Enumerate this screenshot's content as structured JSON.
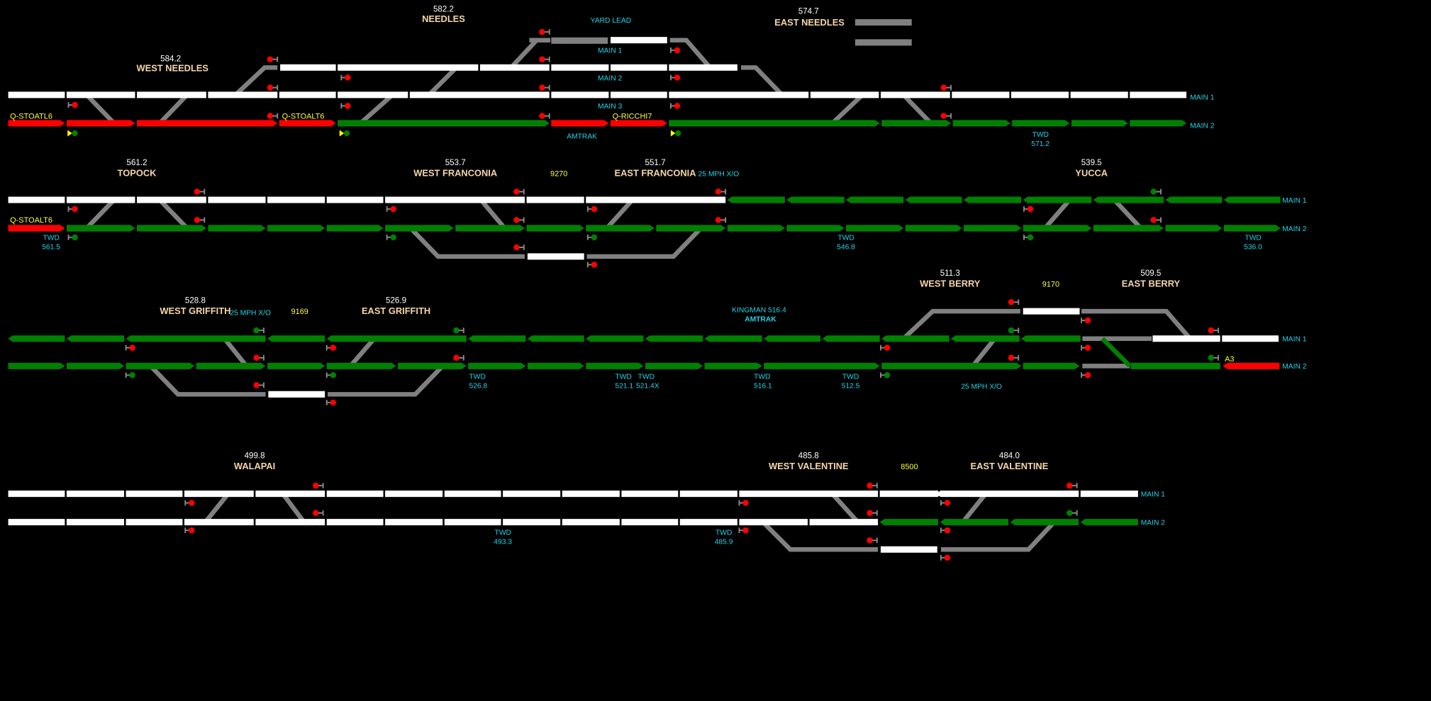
{
  "app": {
    "title": "CTC Dispatcher Panel - Needles Subdivision"
  },
  "colors": {
    "background": "#000000",
    "track_idle": "#ffffff",
    "track_lined": "#008000",
    "track_occupied": "#ff0000",
    "track_siding": "#808080",
    "signal_stop": "#ff0000",
    "signal_clear": "#008000",
    "signal_approach": "#ffff00",
    "station_text": "#f5d6a8",
    "info_text": "#22d3e6",
    "train_text": "#ffff33"
  },
  "sections": [
    {
      "id": "needles",
      "stations": [
        {
          "milepost": "584.2",
          "name": "WEST NEEDLES"
        },
        {
          "milepost": "582.2",
          "name": "NEEDLES"
        },
        {
          "milepost": "574.7",
          "name": "EAST NEEDLES"
        }
      ],
      "track_labels": [
        "YARD LEAD",
        "MAIN 1",
        "MAIN 2",
        "MAIN 3",
        "MAIN 1",
        "MAIN 2"
      ],
      "info_labels": [
        "AMTRAK",
        "TWD",
        "571.2"
      ],
      "trains": [
        "Q-STOATL6",
        "Q-STOALT6",
        "Q-RICCHI7"
      ]
    },
    {
      "id": "topock-franconia-yucca",
      "stations": [
        {
          "milepost": "561.2",
          "name": "TOPOCK"
        },
        {
          "milepost": "553.7",
          "name": "WEST FRANCONIA"
        },
        {
          "milepost": "551.7",
          "name": "EAST FRANCONIA"
        },
        {
          "milepost": "539.5",
          "name": "YUCCA"
        }
      ],
      "track_labels": [
        "MAIN 1",
        "MAIN 2"
      ],
      "info_labels": [
        "25 MPH X/O",
        "TWD",
        "561.5",
        "TWD",
        "546.8",
        "TWD",
        "536.0"
      ],
      "trains": [
        "Q-STOALT6",
        "9270"
      ]
    },
    {
      "id": "griffith-berry",
      "stations": [
        {
          "milepost": "528.8",
          "name": "WEST GRIFFITH"
        },
        {
          "milepost": "526.9",
          "name": "EAST GRIFFITH"
        },
        {
          "milepost": "511.3",
          "name": "WEST BERRY"
        },
        {
          "milepost": "509.5",
          "name": "EAST BERRY"
        }
      ],
      "track_labels": [
        "MAIN 1",
        "MAIN 2"
      ],
      "info_labels": [
        "25 MPH X/O",
        "KINGMAN 516.4",
        "AMTRAK",
        "TWD",
        "526.8",
        "TWD",
        "521.1",
        "TWD",
        "521.4X",
        "TWD",
        "516.1",
        "TWD",
        "512.5",
        "25 MPH X/O"
      ],
      "trains": [
        "9169",
        "9170",
        "A3"
      ]
    },
    {
      "id": "walapai-valentine",
      "stations": [
        {
          "milepost": "499.8",
          "name": "WALAPAI"
        },
        {
          "milepost": "485.8",
          "name": "WEST VALENTINE"
        },
        {
          "milepost": "484.0",
          "name": "EAST VALENTINE"
        }
      ],
      "track_labels": [
        "MAIN 1",
        "MAIN 2"
      ],
      "info_labels": [
        "TWD",
        "493.3",
        "TWD",
        "485.9"
      ],
      "trains": [
        "8500"
      ]
    }
  ]
}
